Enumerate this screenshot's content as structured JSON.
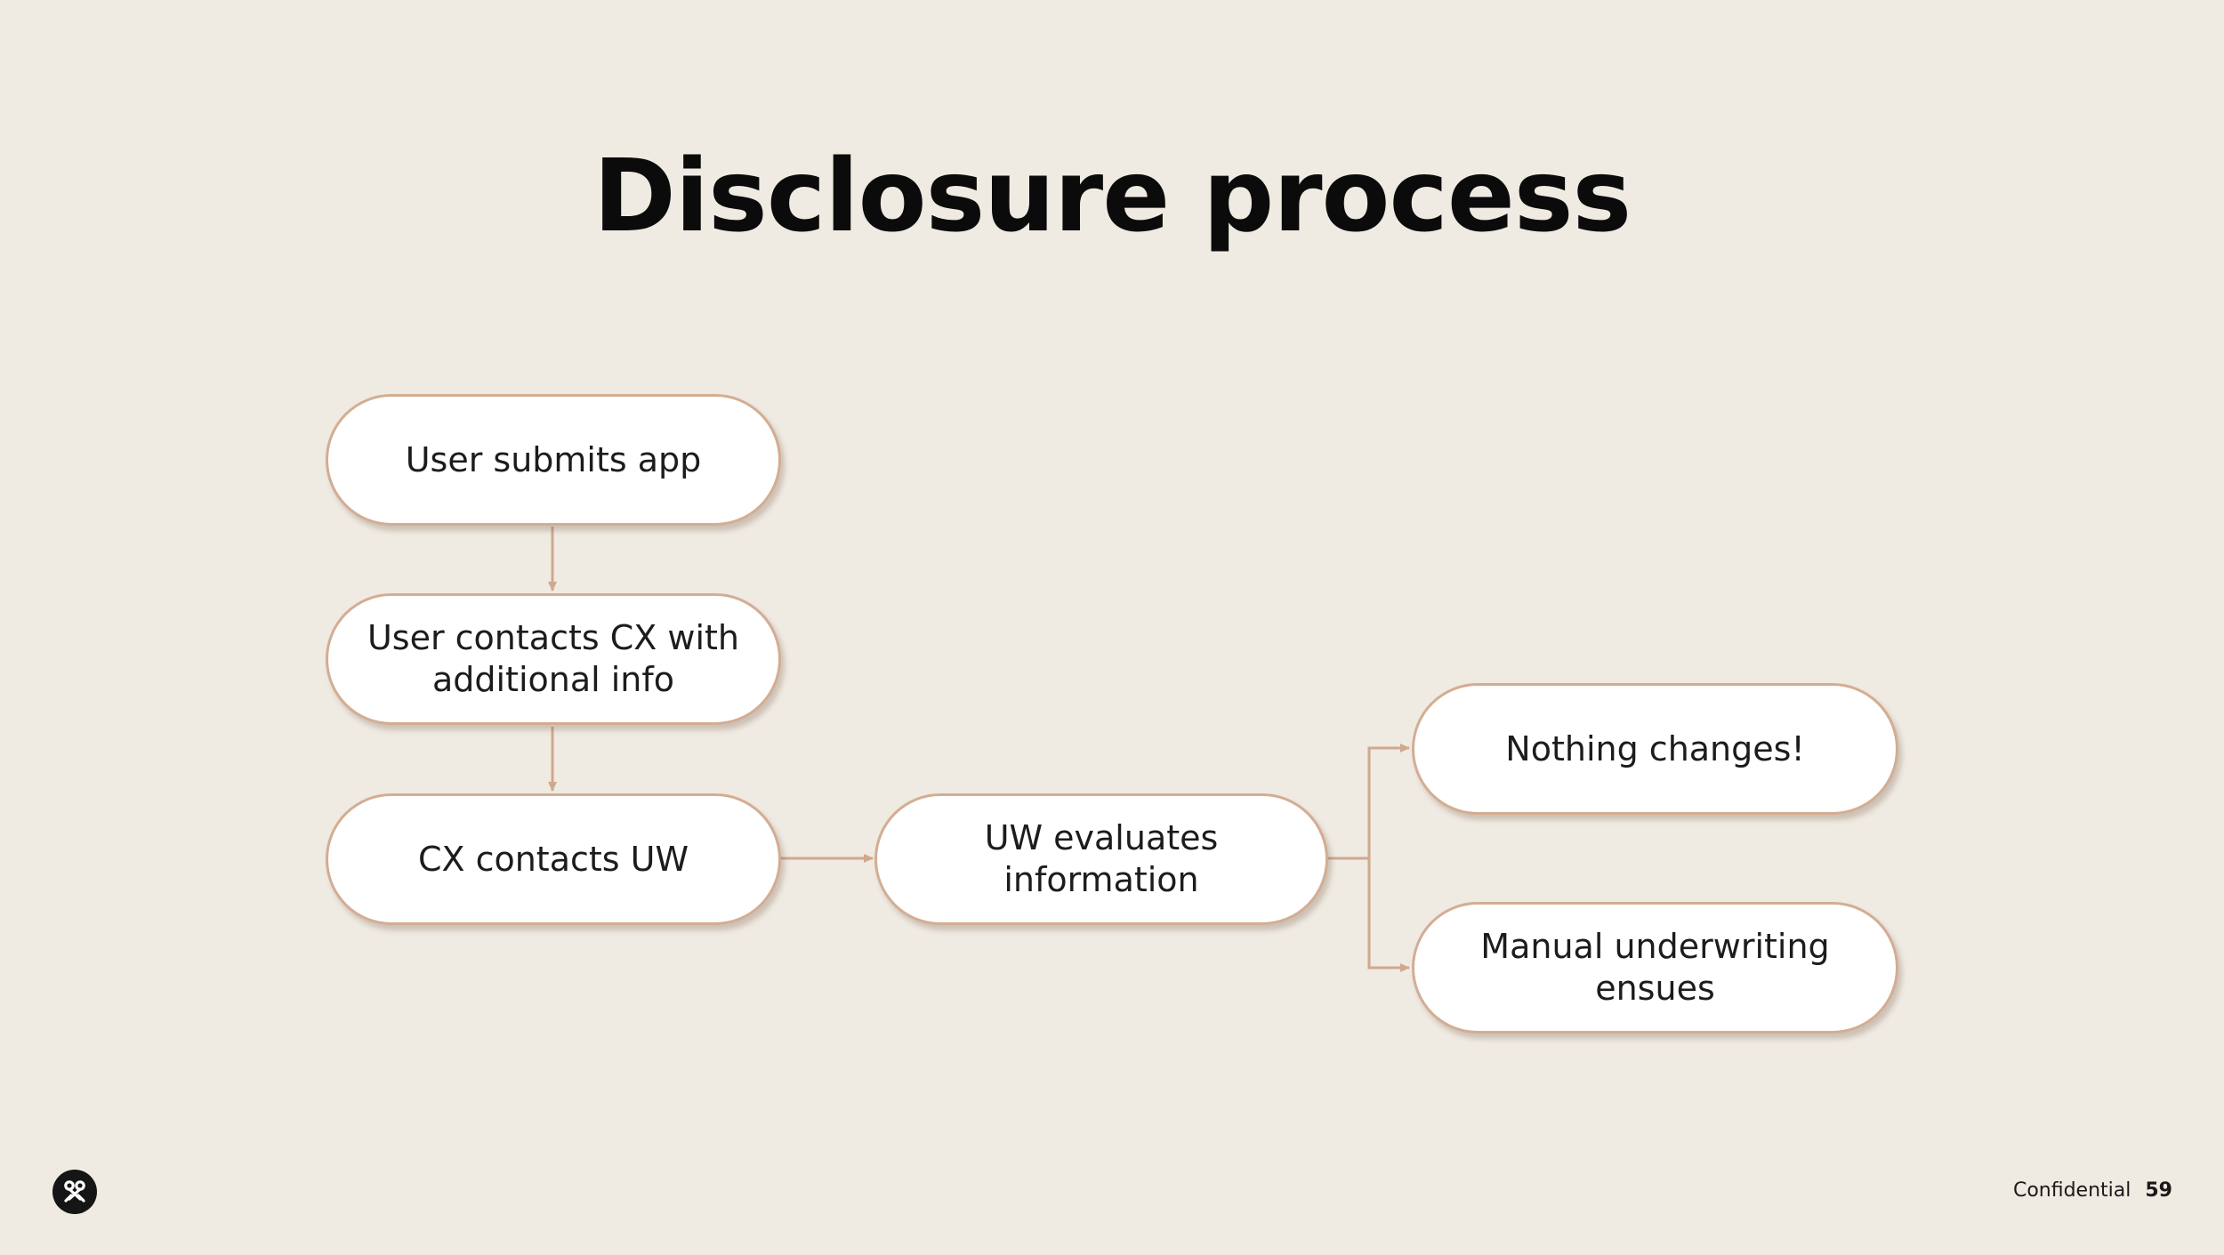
{
  "slide": {
    "title": "Disclosure process",
    "footer": {
      "confidential": "Confidential",
      "page_number": "59"
    }
  },
  "flow": {
    "nodes": [
      {
        "id": "submit",
        "label": "User submits app"
      },
      {
        "id": "contact_cx",
        "label": "User contacts CX with\nadditional info"
      },
      {
        "id": "cx_uw",
        "label": "CX contacts UW"
      },
      {
        "id": "evaluate",
        "label": "UW evaluates\ninformation"
      },
      {
        "id": "nothing",
        "label": "Nothing changes!"
      },
      {
        "id": "manual",
        "label": "Manual underwriting\nensues"
      }
    ],
    "edges": [
      {
        "from": "submit",
        "to": "contact_cx"
      },
      {
        "from": "contact_cx",
        "to": "cx_uw"
      },
      {
        "from": "cx_uw",
        "to": "evaluate"
      },
      {
        "from": "evaluate",
        "to": "nothing"
      },
      {
        "from": "evaluate",
        "to": "manual"
      }
    ]
  },
  "colors": {
    "background": "#efeae2",
    "node_border": "#d3ad93",
    "connector": "#d0a88e",
    "text": "#1c1c1c",
    "logo": "#151515"
  },
  "icons": {
    "logo": "brand-logo-icon"
  }
}
